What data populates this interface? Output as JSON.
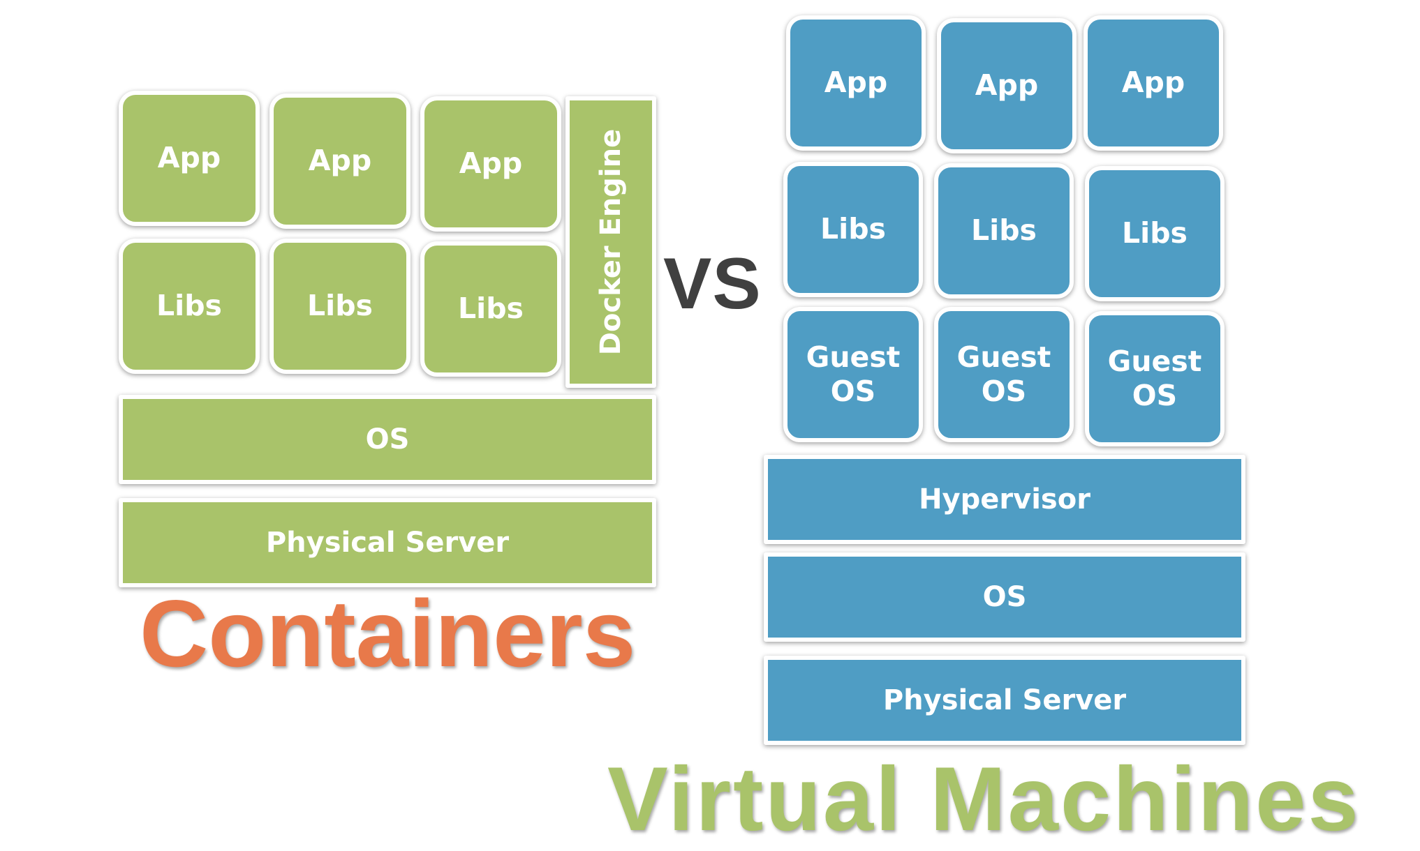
{
  "containers": {
    "title": "Containers",
    "apps": [
      "App",
      "App",
      "App"
    ],
    "libs": [
      "Libs",
      "Libs",
      "Libs"
    ],
    "engine": "Docker Engine",
    "os": "OS",
    "server": "Physical Server",
    "color": "#a9c36a",
    "title_color": "#e8794a"
  },
  "vs": "VS",
  "virtual_machines": {
    "title": "Virtual Machines",
    "apps": [
      "App",
      "App",
      "App"
    ],
    "libs": [
      "Libs",
      "Libs",
      "Libs"
    ],
    "guest_os": [
      "Guest\nOS",
      "Guest\nOS",
      "Guest\nOS"
    ],
    "hypervisor": "Hypervisor",
    "os": "OS",
    "server": "Physical Server",
    "color": "#4f9dc4",
    "title_color": "#a9c36a"
  }
}
